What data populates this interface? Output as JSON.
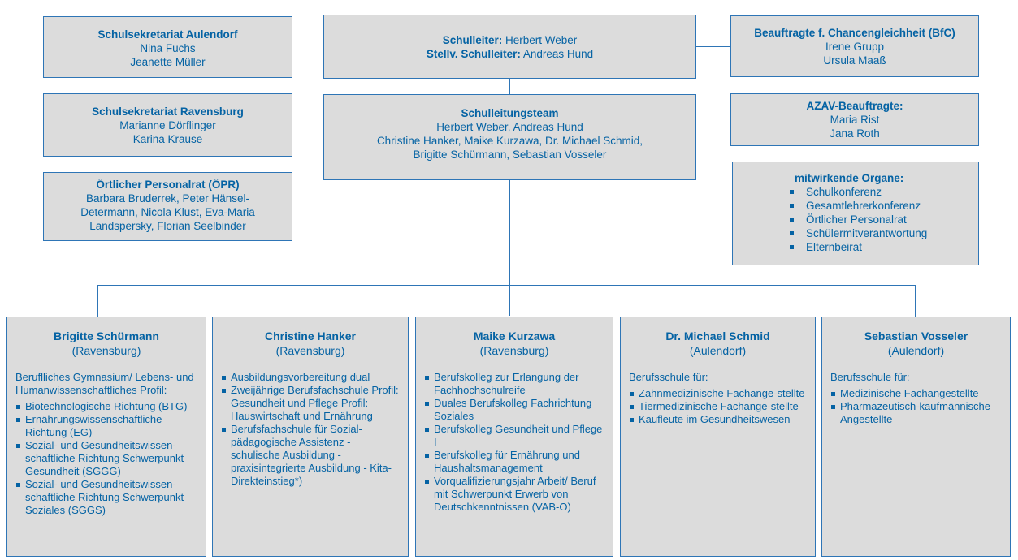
{
  "schulsekretariat_aulendorf": {
    "title": "Schulsekretariat Aulendorf",
    "names": [
      "Nina Fuchs",
      "Jeanette Müller"
    ]
  },
  "schulsekretariat_ravensburg": {
    "title": "Schulsekretariat Ravensburg",
    "names": [
      "Marianne Dörflinger",
      "Karina Krause"
    ]
  },
  "personalrat": {
    "title": "Örtlicher Personalrat (ÖPR)",
    "lines": [
      "Barbara Bruderrek, Peter Hänsel-",
      "Determann, Nicola Klust, Eva-Maria",
      "Landspersky, Florian Seelbinder"
    ]
  },
  "schulleiter": {
    "label1": "Schulleiter:",
    "name1": "Herbert Weber",
    "label2": "Stellv. Schulleiter:",
    "name2": "Andreas Hund"
  },
  "schulleitungsteam": {
    "title": "Schulleitungsteam",
    "lines": [
      "Herbert Weber, Andreas Hund",
      "Christine Hanker, Maike Kurzawa, Dr. Michael Schmid,",
      "Brigitte Schürmann, Sebastian Vosseler"
    ]
  },
  "bfc": {
    "title": "Beauftragte f. Chancengleichheit (BfC)",
    "names": [
      "Irene Grupp",
      "Ursula Maaß"
    ]
  },
  "azav": {
    "title": "AZAV-Beauftragte:",
    "names": [
      "Maria Rist",
      "Jana Roth"
    ]
  },
  "organe": {
    "title": "mitwirkende Organe:",
    "items": [
      "Schulkonferenz",
      "Gesamtlehrerkonferenz",
      "Örtlicher Personalrat",
      "Schülermitverantwortung",
      "Elternbeirat"
    ]
  },
  "departments": [
    {
      "name": "Brigitte Schürmann",
      "location": "(Ravensburg)",
      "intro": "Beruflliches Gymnasium/ Lebens- und Humanwissenschaftliches Profil:",
      "items": [
        "Biotechnologische Richtung (BTG)",
        "Ernährungswissenschaftliche Richtung (EG)",
        "Sozial- und Gesundheitswissen-schaftliche Richtung Schwerpunkt Gesundheit (SGGG)",
        "Sozial- und Gesundheitswissen-schaftliche Richtung Schwerpunkt Soziales (SGGS)"
      ]
    },
    {
      "name": "Christine Hanker",
      "location": "(Ravensburg)",
      "intro": "",
      "items": [
        "Ausbildungsvorbereitung dual",
        "Zweijährige Berufsfachschule Profil: Gesundheit und Pflege Profil: Hauswirtschaft und Ernährung",
        "Berufsfachschule für Sozial-pädagogische Assistenz - schulische Ausbildung - praxisintegrierte Ausbildung - Kita- Direkteinstieg*)"
      ]
    },
    {
      "name": "Maike Kurzawa",
      "location": "(Ravensburg)",
      "intro": "",
      "items": [
        "Berufskolleg zur Erlangung der Fachhochschulreife",
        "Duales Berufskolleg Fachrichtung Soziales",
        "Berufskolleg Gesundheit und Pflege I",
        "Berufskolleg für Ernährung und Haushaltsmanagement",
        "Vorqualifizierungsjahr Arbeit/ Beruf mit Schwerpunkt Erwerb von Deutschkenntnissen (VAB-O)"
      ]
    },
    {
      "name": "Dr. Michael Schmid",
      "location": "(Aulendorf)",
      "intro": "Berufsschule für:",
      "items": [
        "Zahnmedizinische Fachange-stellte",
        "Tiermedizinische Fachange-stellte",
        "Kaufleute im Gesundheitswesen"
      ]
    },
    {
      "name": "Sebastian Vosseler",
      "location": "(Aulendorf)",
      "intro": "Berufsschule für:",
      "items": [
        "Medizinische Fachangestellte",
        "Pharmazeutisch-kaufmännische Angestellte"
      ]
    }
  ]
}
